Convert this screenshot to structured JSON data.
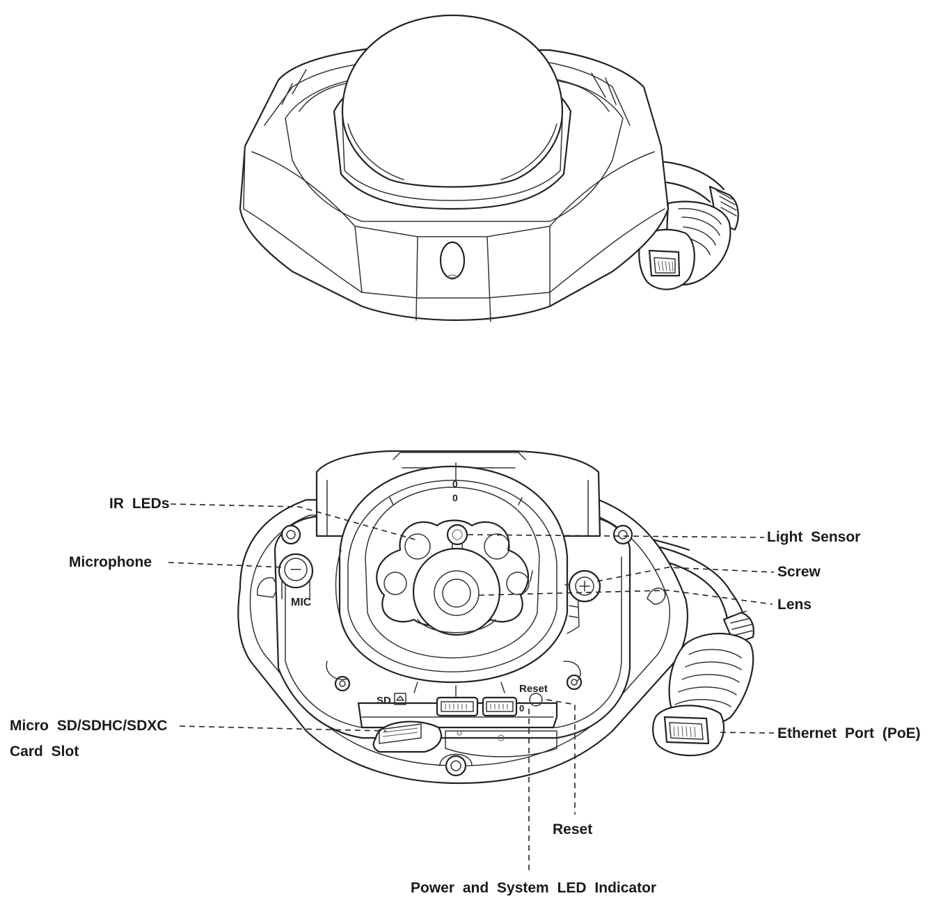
{
  "labels": {
    "ir_leds": "IR LEDs",
    "microphone": "Microphone",
    "micro_sd": "Micro SD/SDHC/SDXC",
    "card_slot": "Card Slot",
    "light_sensor": "Light Sensor",
    "screw": "Screw",
    "lens": "Lens",
    "ethernet_port": "Ethernet Port (PoE)",
    "reset": "Reset",
    "power_led": "Power and System LED Indicator"
  },
  "device_marks": {
    "mic": "MIC",
    "sd": "SD",
    "reset": "Reset"
  }
}
